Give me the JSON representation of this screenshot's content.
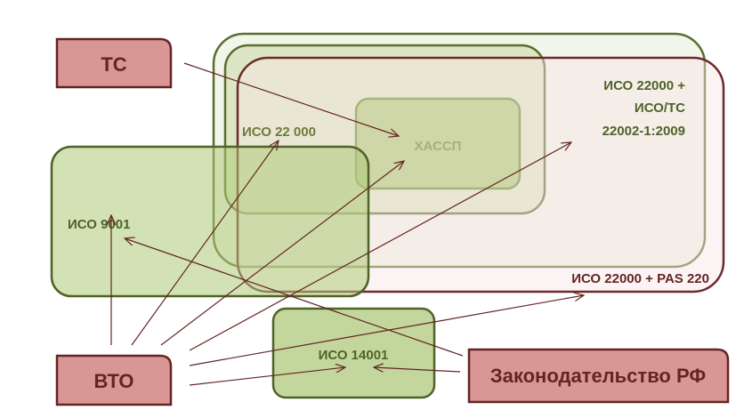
{
  "diagram": {
    "actors": {
      "tc": "ТС",
      "vto": "ВТО",
      "law": "Законодательство РФ"
    },
    "standards": {
      "iso22000": "ИСО 22 000",
      "haccp": "ХАССП",
      "iso22000_ts_line1": "ИСО 22000 +",
      "iso22000_ts_line2": "ИСО/ТС",
      "iso22000_ts_line3": "22002-1:2009",
      "iso22000_pas": "ИСО 22000 + PAS 220",
      "iso9001": "ИСО 9001",
      "iso14001": "ИСО 14001"
    },
    "colors": {
      "actor_fill": "#d99694",
      "actor_stroke": "#632523",
      "green_stroke": "#4f6228",
      "arrow": "#632523"
    }
  }
}
